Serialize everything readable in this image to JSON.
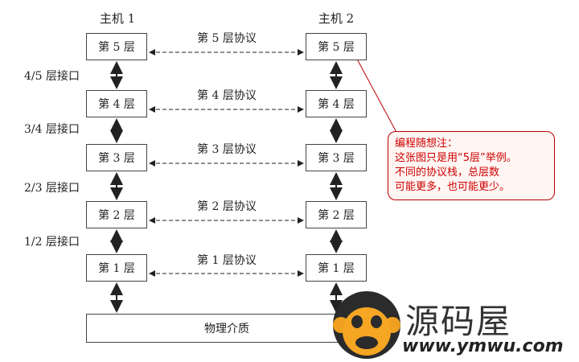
{
  "hosts": [
    {
      "title": "主机 1"
    },
    {
      "title": "主机 2"
    }
  ],
  "layers": [
    {
      "label": "第 5 层",
      "protocol": "第 5 层协议"
    },
    {
      "label": "第 4 层",
      "protocol": "第 4 层协议"
    },
    {
      "label": "第 3 层",
      "protocol": "第 3 层协议"
    },
    {
      "label": "第 2 层",
      "protocol": "第 2 层协议"
    },
    {
      "label": "第 1 层",
      "protocol": "第 1 层协议"
    }
  ],
  "interfaces": [
    "4/5 层接口",
    "3/4 层接口",
    "2/3 层接口",
    "1/2 层接口"
  ],
  "medium": "物理介质",
  "callout": {
    "lines": [
      "编程随想注：",
      "这张图只是用“5层”举例。",
      "不同的协议栈，总层数",
      "可能更多，也可能更少。"
    ],
    "color": "#cc0000"
  },
  "watermark": {
    "name": "源码屋",
    "url": "www.ymwu.com",
    "icon": "monkey-icon"
  }
}
